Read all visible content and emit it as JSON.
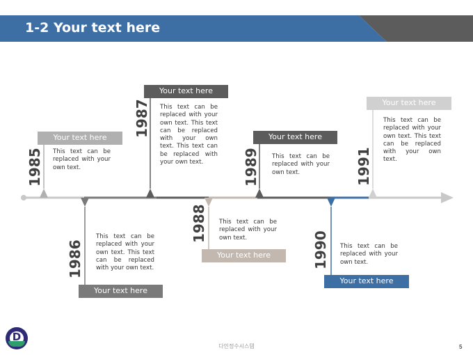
{
  "header": {
    "title": "1-2 Your text here"
  },
  "timeline": [
    {
      "year": "1985",
      "heading": "Your text here",
      "body": "This text can be replaced with your own text."
    },
    {
      "year": "1986",
      "heading": "Your text here",
      "body": "This text can be replaced with your own text. This text can be replaced with your own text."
    },
    {
      "year": "1987",
      "heading": "Your text here",
      "body": "This text can be replaced with your own text. This text can be replaced with your own text. This text can be replaced with your own text."
    },
    {
      "year": "1988",
      "heading": "Your text here",
      "body": "This text can be replaced with your own text."
    },
    {
      "year": "1989",
      "heading": "Your text here",
      "body": "This text can be replaced with your own text."
    },
    {
      "year": "1990",
      "heading": "Your text here",
      "body": "This text can be replaced with your own text."
    },
    {
      "year": "1991",
      "heading": "Your text here",
      "body": "This text can be replaced with your own text. This text can be replaced with your own text."
    }
  ],
  "footer": {
    "company": "다인정수시스템",
    "page": "5",
    "logo_letter": "D"
  },
  "colors": {
    "blue": "#3d6fa5",
    "gray": "#7a7a7a",
    "light_gray": "#b0b0b0",
    "beige": "#c2b8b0",
    "dark": "#5c5c5c"
  }
}
